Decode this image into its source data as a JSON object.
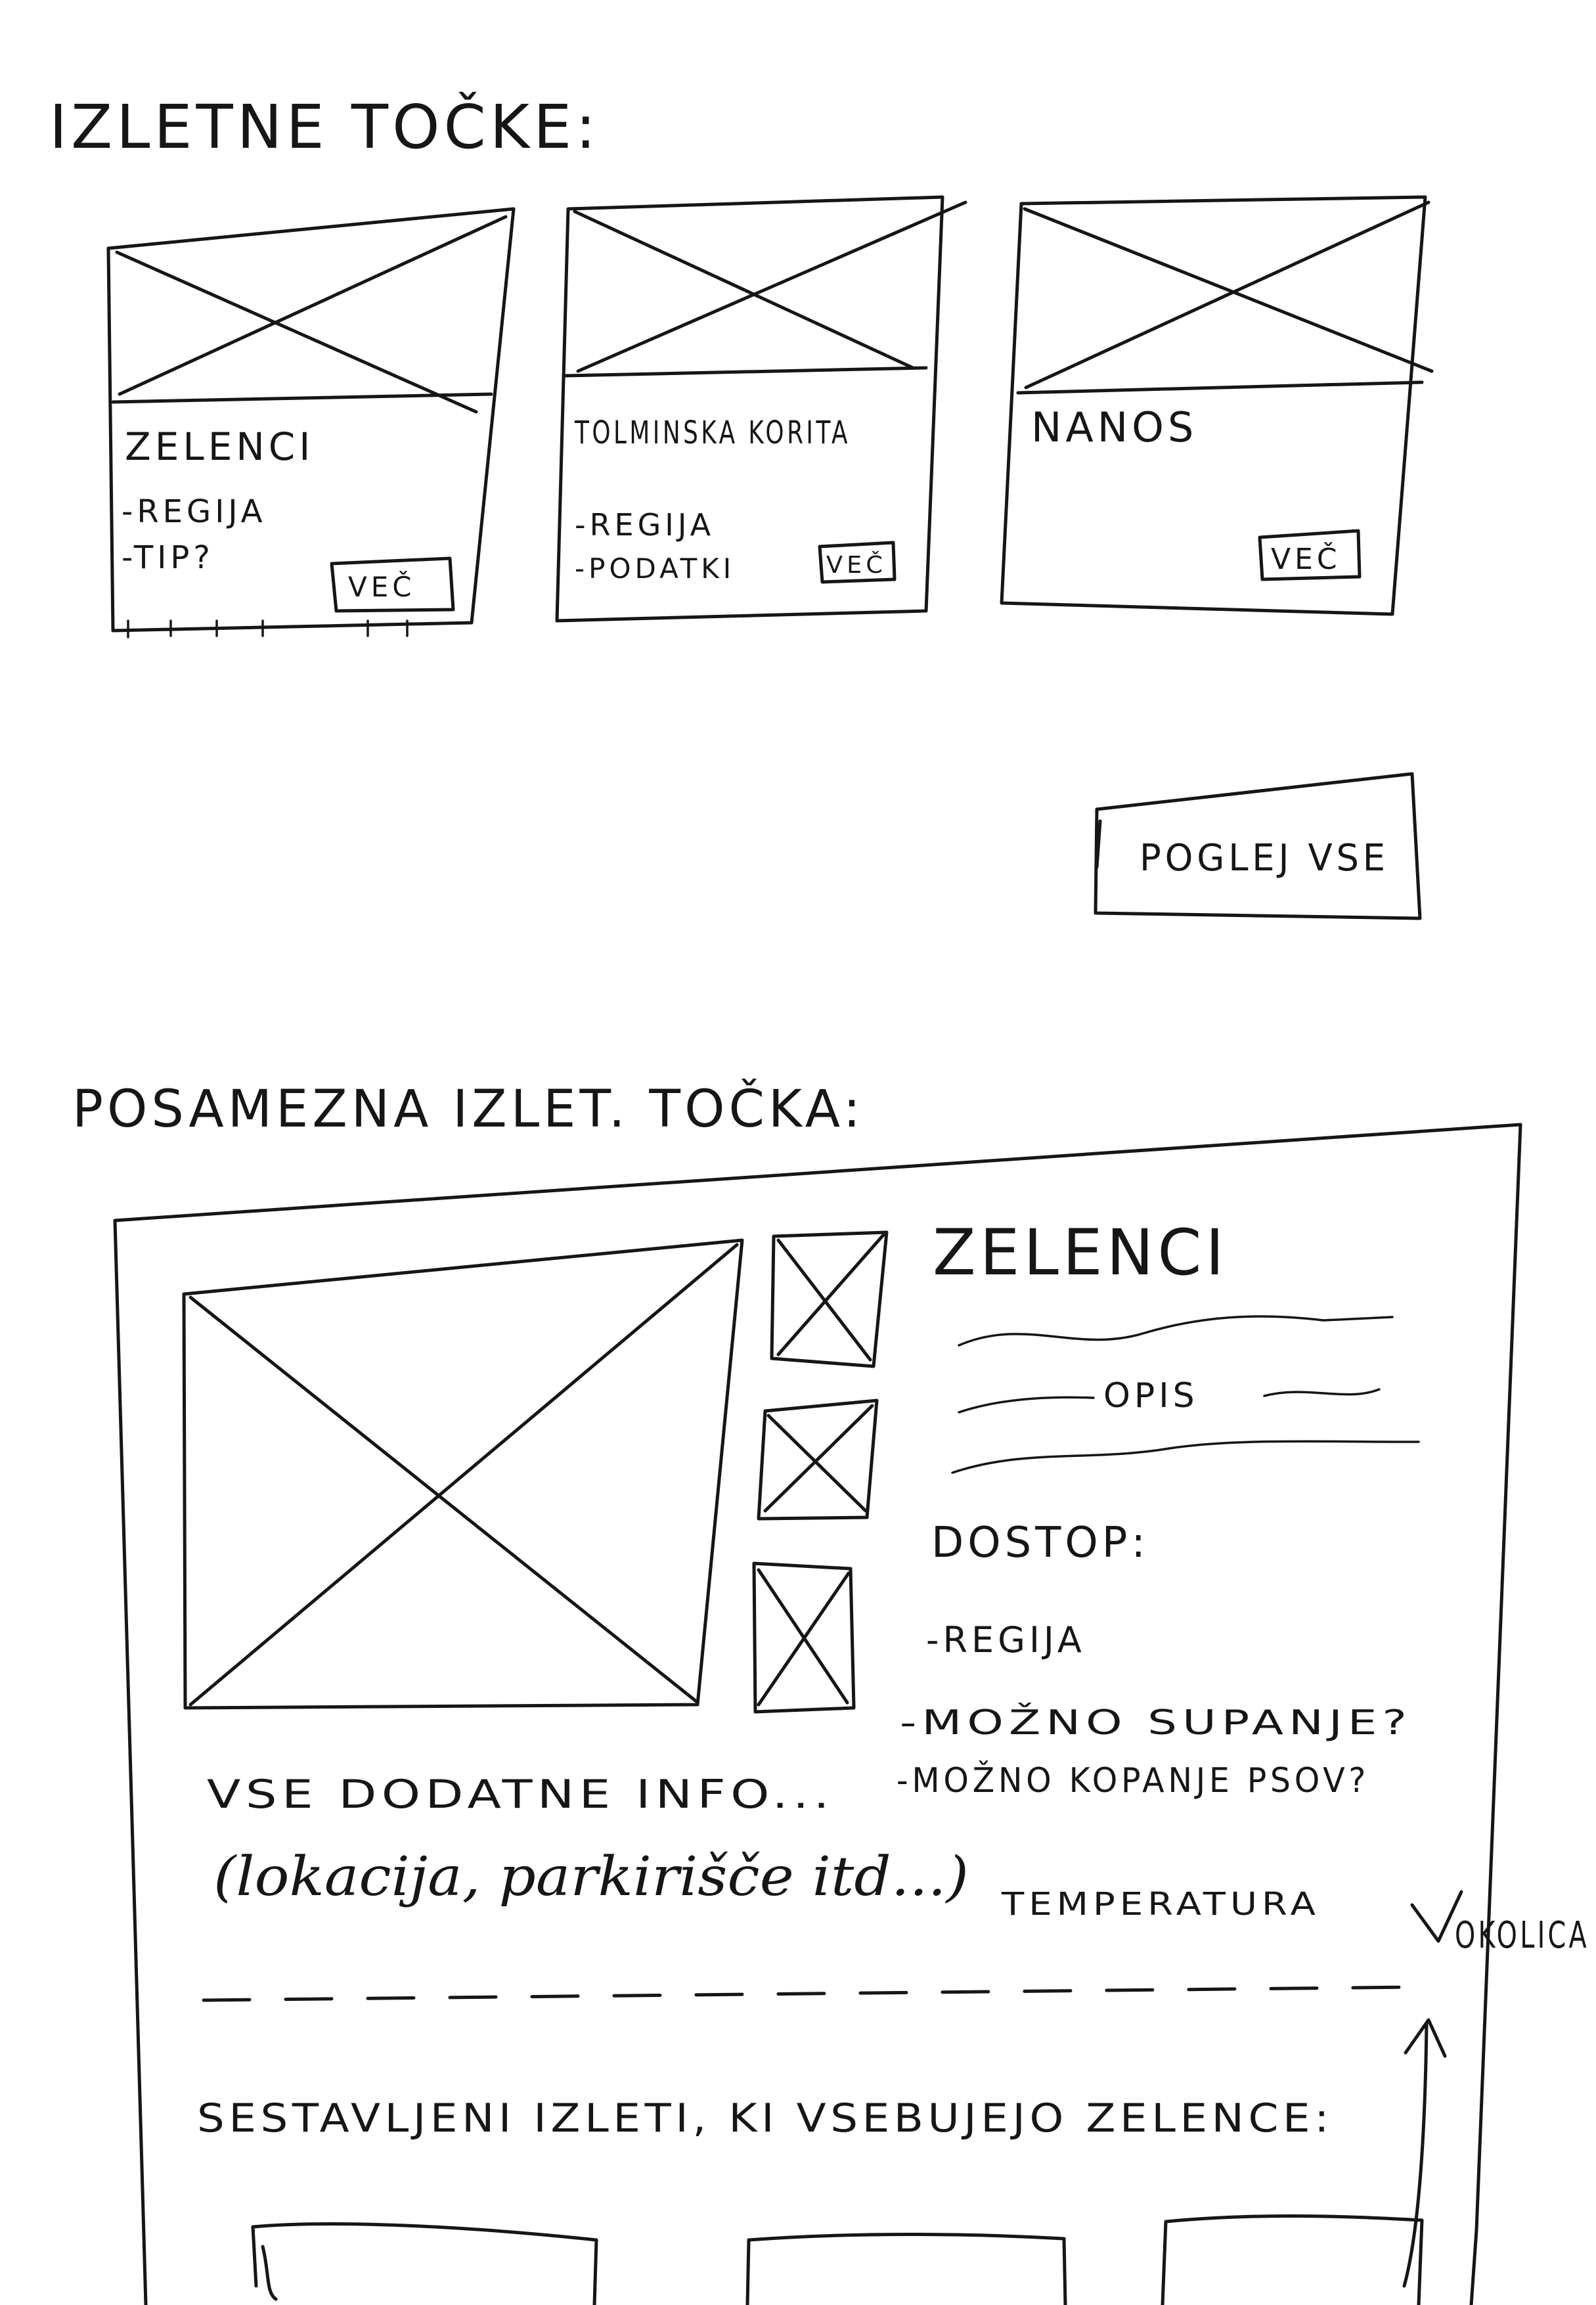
{
  "list_section": {
    "title": "IZLETNE TOČKE:",
    "cards": [
      {
        "name": "ZELENCI",
        "details": [
          "-REGIJA",
          "-TIP?"
        ],
        "button": "VEČ"
      },
      {
        "name": "TOLMINSKA KORITA",
        "details": [
          "-REGIJA",
          "-PODATKI"
        ],
        "button": "VEČ"
      },
      {
        "name": "NANOS",
        "details": [],
        "button": "VEČ"
      }
    ],
    "view_all_button": "POGLEJ VSE"
  },
  "detail_section": {
    "title": "POSAMEZNA IZLET. TOČKA:",
    "place_name": "ZELENCI",
    "description_label": "OPIS",
    "access_heading": "DOSTOP:",
    "attributes": [
      "-REGIJA",
      "-MOŽNO SUPANJE?",
      "-MOŽNO KOPANJE PSOV?",
      "TEMPERATURA"
    ],
    "extra_info": "VSE DODATNE INFO...",
    "extra_info_examples": "(lokacija, parkirišče itd...)",
    "side_note": "OKOLICA",
    "related_heading": "SESTAVLJENI IZLETI, KI VSEBUJEJO ZELENCE:"
  }
}
